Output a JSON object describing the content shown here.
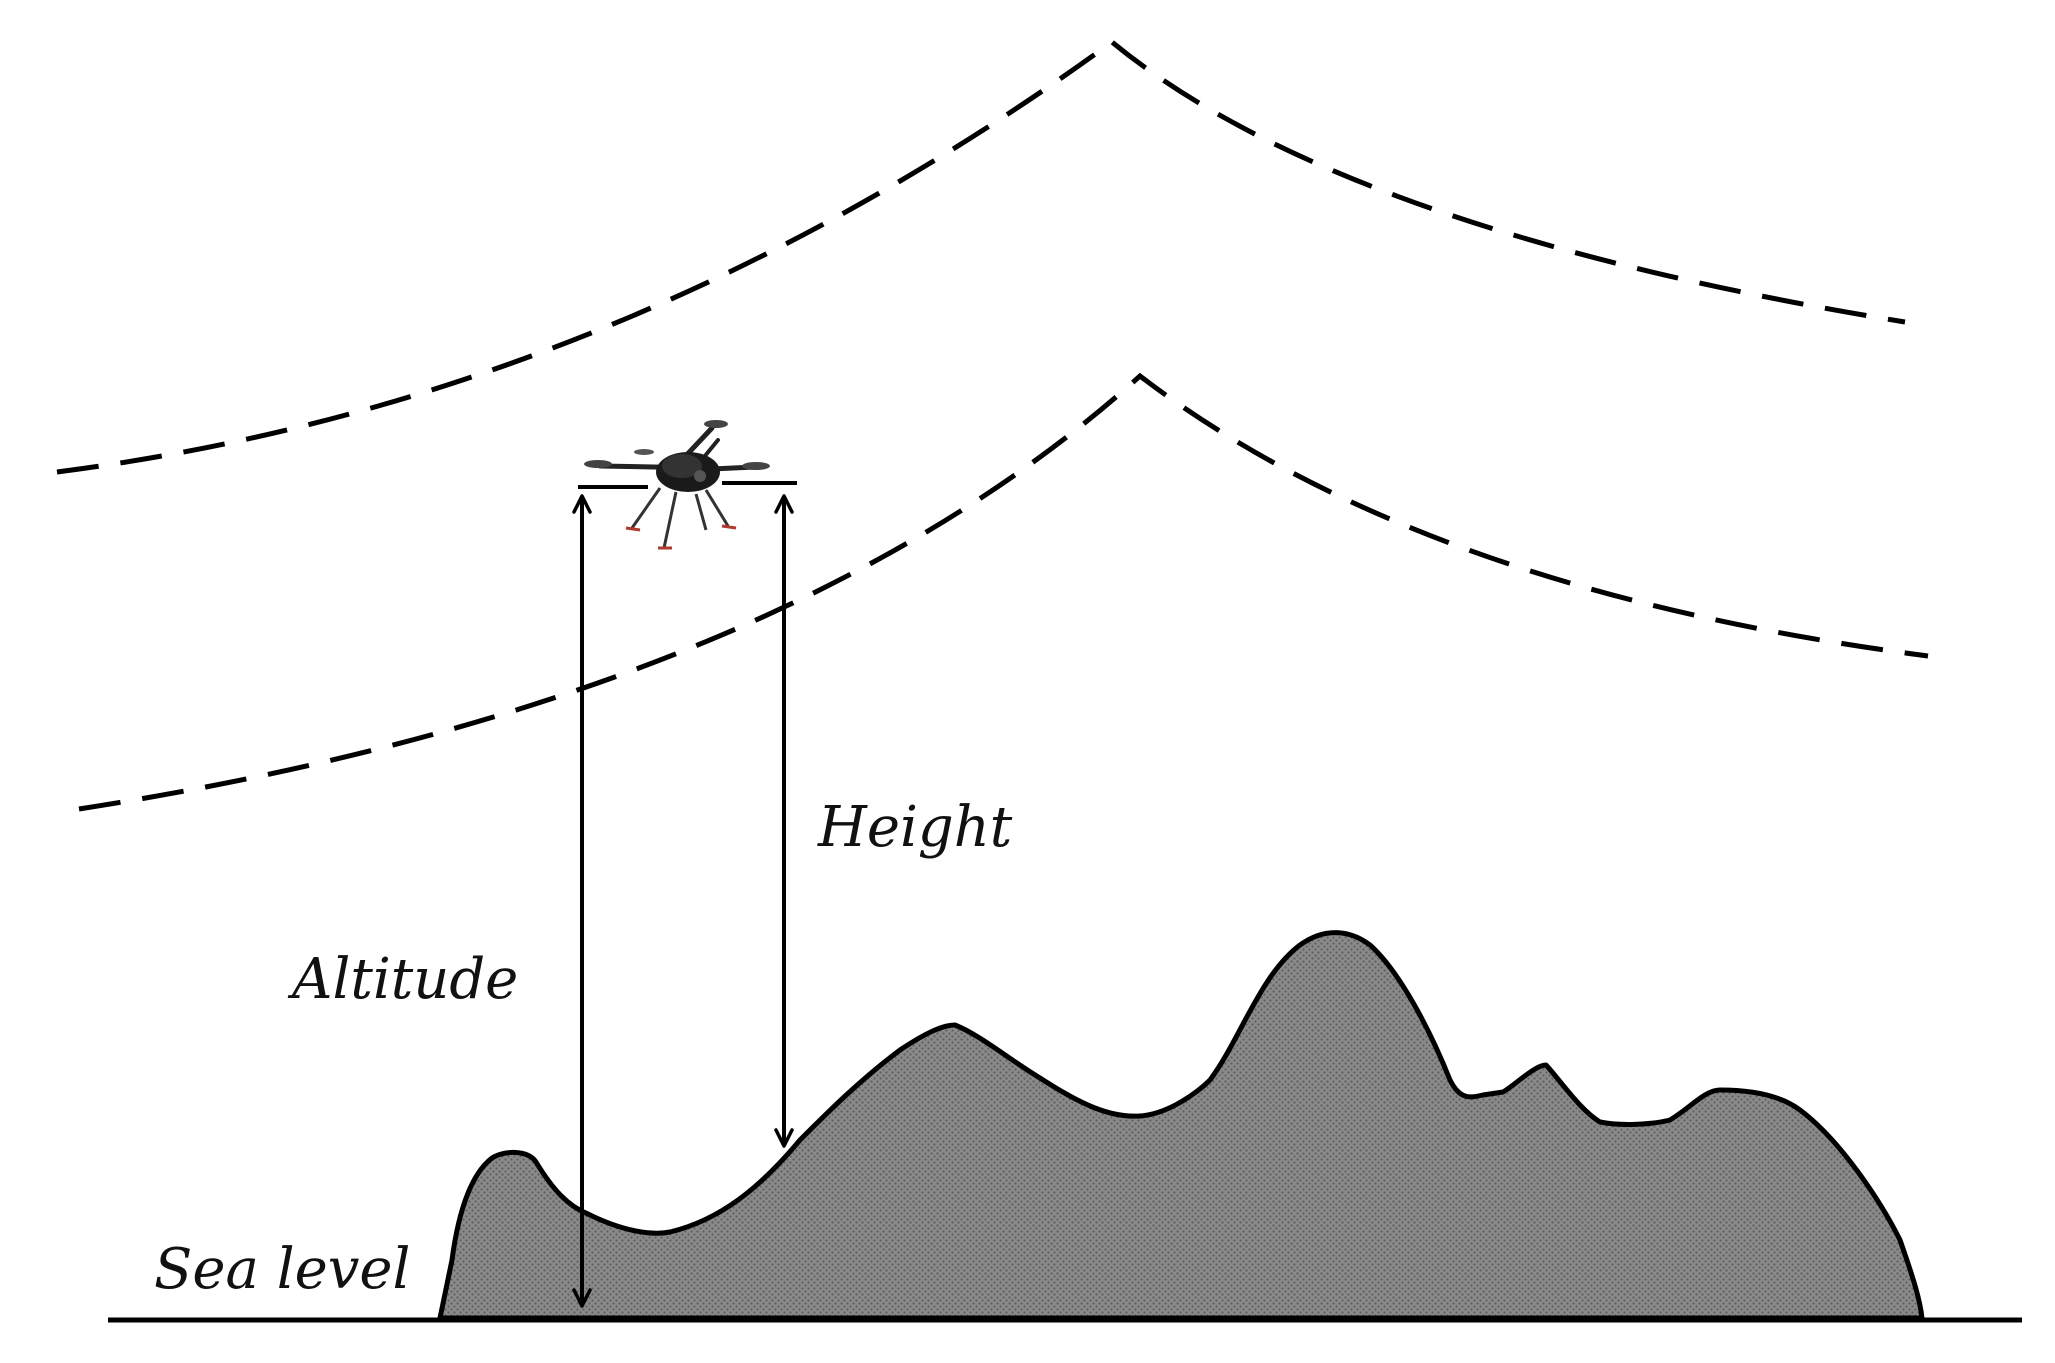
{
  "labels": {
    "height": "Height",
    "altitude": "Altitude",
    "sea_level": "Sea level"
  },
  "colors": {
    "ink": "#000000",
    "terrain_fill": "#8a8a8a",
    "terrain_dot": "#5e5e5e",
    "background": "#ffffff"
  },
  "icons": {
    "drone": "quadcopter-drone-icon"
  }
}
